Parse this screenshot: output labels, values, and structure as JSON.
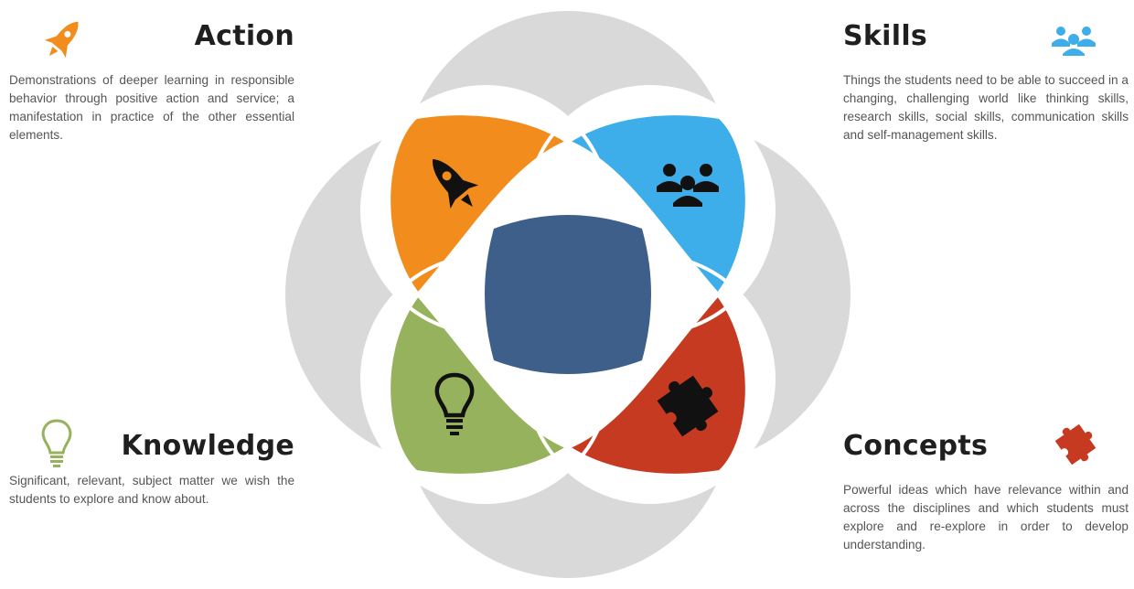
{
  "sections": {
    "action": {
      "title": "Action",
      "text": "Demonstrations of deeper learning in responsible behavior through positive action and service; a manifestation in practice of the other essential elements.",
      "color": "#f28c1c",
      "icon": "rocket-icon"
    },
    "skills": {
      "title": "Skills",
      "text": "Things the students need to be able to succeed in a changing, challenging world like thinking skills, research skills, social skills, communication skills and self-management skills.",
      "color": "#3daee9",
      "icon": "people-group-icon"
    },
    "knowledge": {
      "title": "Knowledge",
      "text": "Significant, relevant, subject matter we wish the students to explore and know about.",
      "color": "#97b25d",
      "icon": "lightbulb-icon"
    },
    "concepts": {
      "title": "Concepts",
      "text": "Powerful ideas which have relevance within and across the disciplines and which students must explore and re-explore in order to develop understanding.",
      "color": "#c53a20",
      "icon": "puzzle-piece-icon"
    }
  },
  "diagram": {
    "center_color": "#3e5f8a",
    "outer_circle_color": "#d9d9d9"
  }
}
